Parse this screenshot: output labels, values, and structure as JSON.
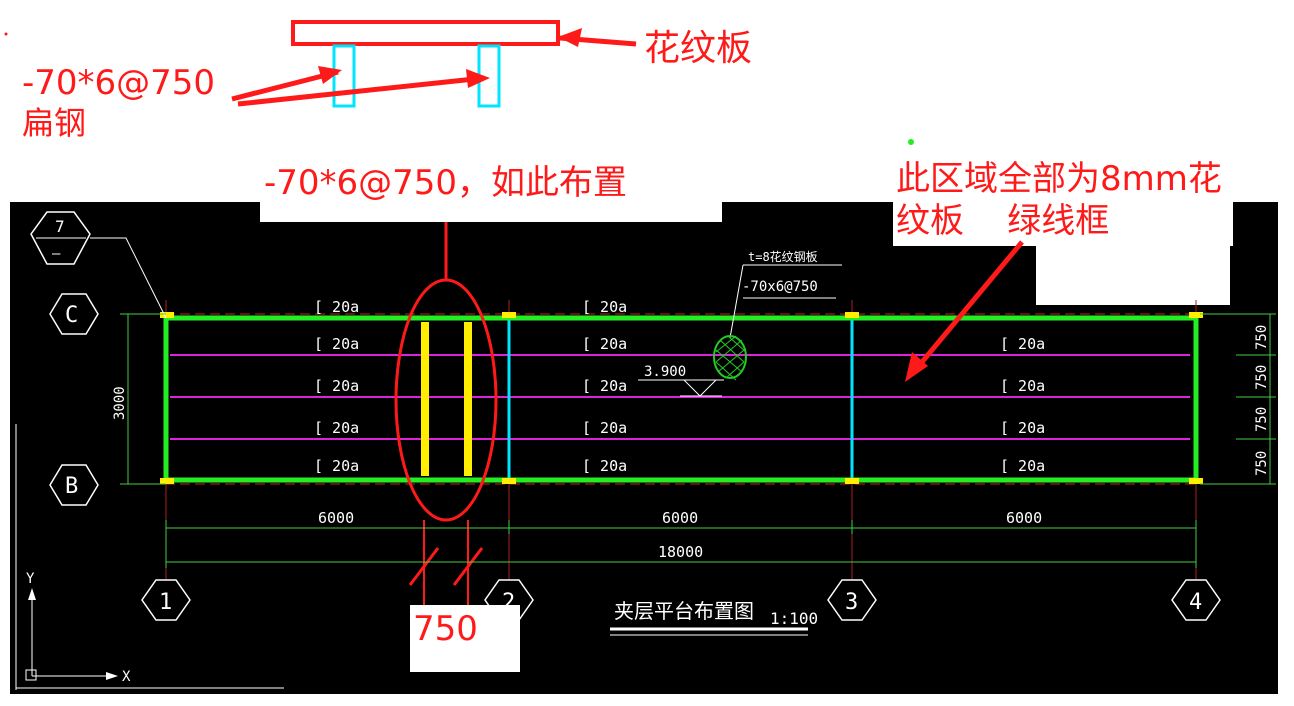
{
  "colors": {
    "background": "#000000",
    "page": "#ffffff",
    "annotation": "#ff1a1a",
    "main_frame": "#22ee22",
    "beam_line": "#dd22dd",
    "flat_bar": "#00e5ff",
    "flat_bar_highlight": "#ffee00",
    "dimension": "#44cc44",
    "axis_bubble": "#ffffff"
  },
  "annotations": {
    "plate_label": "花纹板",
    "flat_bar_spec": "-70*6@750",
    "flat_bar_name": "扁钢",
    "arrangement_note": "-70*6@750，如此布置",
    "region_note_line1": "此区域全部为8mm花",
    "region_note_line2": "纹板    绿线框",
    "spacing_callout": "750"
  },
  "drawing": {
    "detail_tag": "7",
    "detail_tag_sub": "—",
    "axis_rows": [
      "C",
      "B"
    ],
    "axis_cols": [
      "1",
      "2",
      "3",
      "4"
    ],
    "beam_label": "[ 20a",
    "plate_leader_line1": "t=8花纹钢板",
    "plate_leader_line2": "-70x6@750",
    "elevation": "3.900",
    "left_dim": "3000",
    "right_dims": [
      "750",
      "750",
      "750",
      "750"
    ],
    "span_dims": [
      "6000",
      "6000",
      "6000"
    ],
    "total_dim": "18000",
    "title": "夹层平台布置图",
    "scale": "1:100",
    "ucs_y": "Y",
    "ucs_x": "X"
  }
}
